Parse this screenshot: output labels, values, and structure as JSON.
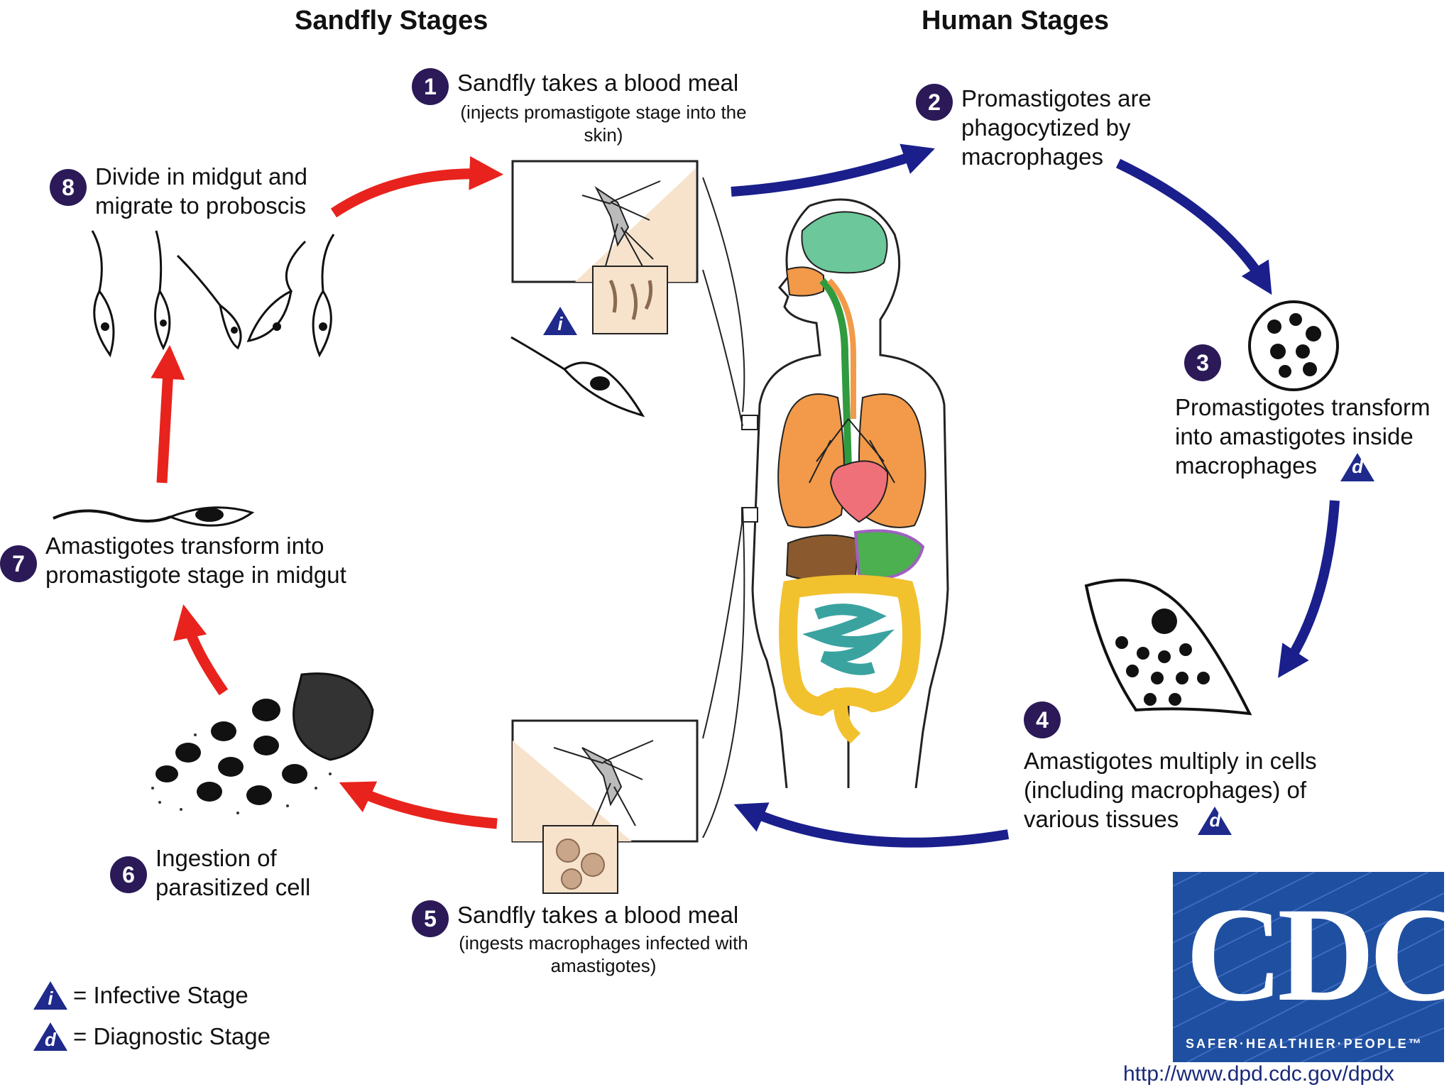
{
  "headings": {
    "sandfly": "Sandfly Stages",
    "human": "Human Stages"
  },
  "steps": [
    {
      "num": "1",
      "text": "Sandfly takes a blood meal",
      "sub": "(injects promastigote stage into the skin)"
    },
    {
      "num": "2",
      "lines": [
        "Promastigotes are",
        "phagocytized by",
        "macrophages"
      ]
    },
    {
      "num": "3",
      "lines": [
        "Promastigotes transform",
        "into amastigotes inside",
        "macrophages"
      ],
      "badge": "d"
    },
    {
      "num": "4",
      "lines": [
        "Amastigotes multiply in cells",
        "(including macrophages) of",
        "various tissues"
      ],
      "badge": "d"
    },
    {
      "num": "5",
      "text": "Sandfly takes a blood meal",
      "sub": "(ingests macrophages infected with amastigotes)"
    },
    {
      "num": "6",
      "lines": [
        "Ingestion of",
        "parasitized cell"
      ]
    },
    {
      "num": "7",
      "lines": [
        "Amastigotes transform into",
        "promastigote stage in midgut"
      ]
    },
    {
      "num": "8",
      "lines": [
        "Divide in midgut and",
        "migrate to proboscis"
      ]
    }
  ],
  "badges": {
    "infective_letter": "i",
    "diagnostic_letter": "d"
  },
  "legend": {
    "infective": "= Infective Stage",
    "diagnostic": "= Diagnostic Stage"
  },
  "logo": {
    "name": "CDC",
    "tagline": "SAFER·HEALTHIER·PEOPLE™"
  },
  "url": "http://www.dpd.cdc.gov/dpdx",
  "colors": {
    "red_arrow": "#e8231d",
    "blue_arrow": "#1a1f8c",
    "step_circle": "#2b1a57",
    "cdc_blue": "#1f4fa0",
    "brain": "#6cc79a",
    "lungs": "#f29a4a",
    "heart": "#f0707a",
    "colon": "#f2c12e",
    "intestine": "#3aa3a0",
    "esophagus": "#2f9a3e",
    "liver": "#8a5a2e",
    "stomach": "#a060c0",
    "skin_panel": "#f7e3cc"
  }
}
